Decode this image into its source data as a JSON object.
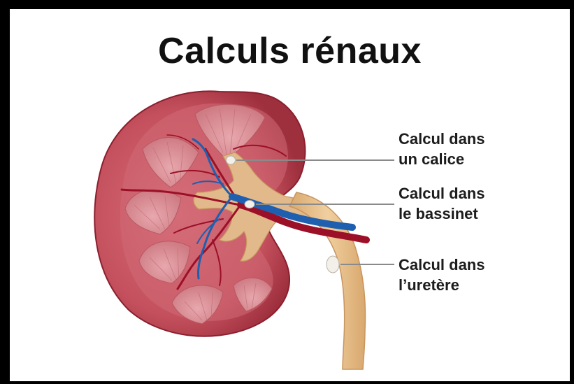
{
  "title": "Calculs rénaux",
  "labels": [
    {
      "line1": "Calcul dans",
      "line2": "un calice"
    },
    {
      "line1": "Calcul dans",
      "line2": "le bassinet"
    },
    {
      "line1": "Calcul dans",
      "line2": "l’uretère"
    }
  ],
  "colors": {
    "kidney_cortex": "#c4505d",
    "kidney_outline": "#8b1f2e",
    "pyramids": "#d88a92",
    "pelvis": "#e2b98a",
    "ureter": "#e6c08f",
    "artery": "#9b1027",
    "vein": "#1f5fb0",
    "stone": "#f3f0ea",
    "leader_line": "#8a8a8a"
  }
}
